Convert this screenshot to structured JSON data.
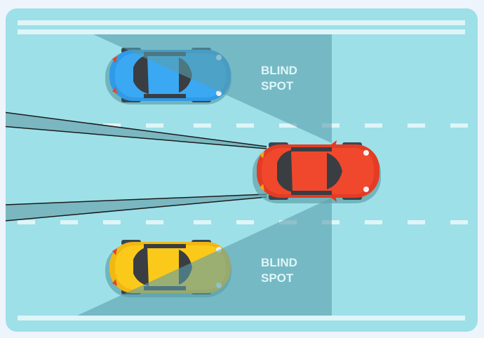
{
  "diagram": {
    "title": "Blind spot illustration",
    "labels": {
      "top_blind_spot_line1": "BLIND",
      "top_blind_spot_line2": "SPOT",
      "bottom_blind_spot_line1": "BLIND",
      "bottom_blind_spot_line2": "SPOT"
    },
    "cars": [
      {
        "name": "blue-car",
        "color": "#2f9ae8",
        "lane": "top"
      },
      {
        "name": "red-car",
        "color": "#f0452a",
        "lane": "middle"
      },
      {
        "name": "yellow-car",
        "color": "#f9c713",
        "lane": "bottom"
      }
    ],
    "colors": {
      "background": "#eef4fc",
      "road": "#9de0e8",
      "blind_spot_shade": "#7ab7c1",
      "lane_marking": "#dff5f8",
      "mirror_view_line": "#1b1b1b"
    }
  }
}
